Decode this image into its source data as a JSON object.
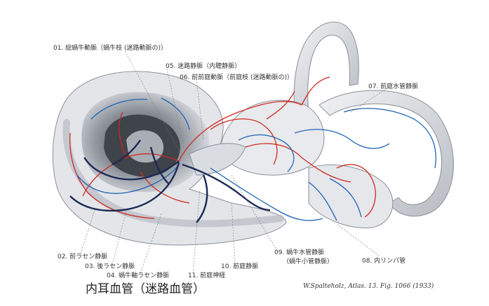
{
  "title": "内耳血管（迷路血管）",
  "credit": "W.Spalteholz, Atlas. 13. Fig. 1066 (1933)",
  "labels": {
    "l01": "01. 総蝸牛動脈（蝸牛枝 (迷路動脈の)）",
    "l05": "05. 迷路静脈（内聴静脈）",
    "l06": "06. 前前庭動脈（前庭枝 (迷路動脈の)）",
    "l07": "07. 前庭水管静脈",
    "l02": "02. 前ラセン静脈",
    "l03": "03. 後ラセン静脈",
    "l04": "04. 蝸牛軸ラセン静脈",
    "l11": "11. 前庭神経",
    "l10": "10. 前庭静脈",
    "l09a": "09. 蝸牛水管静脈",
    "l09b": "（蝸牛小管静脈）",
    "l08": "08. 内リンパ管"
  },
  "colors": {
    "artery": "#d0281e",
    "vein": "#1f63b5",
    "dark_vein": "#1a2a55",
    "tissue": "#dfe2e7",
    "shade": "#7d838c"
  }
}
